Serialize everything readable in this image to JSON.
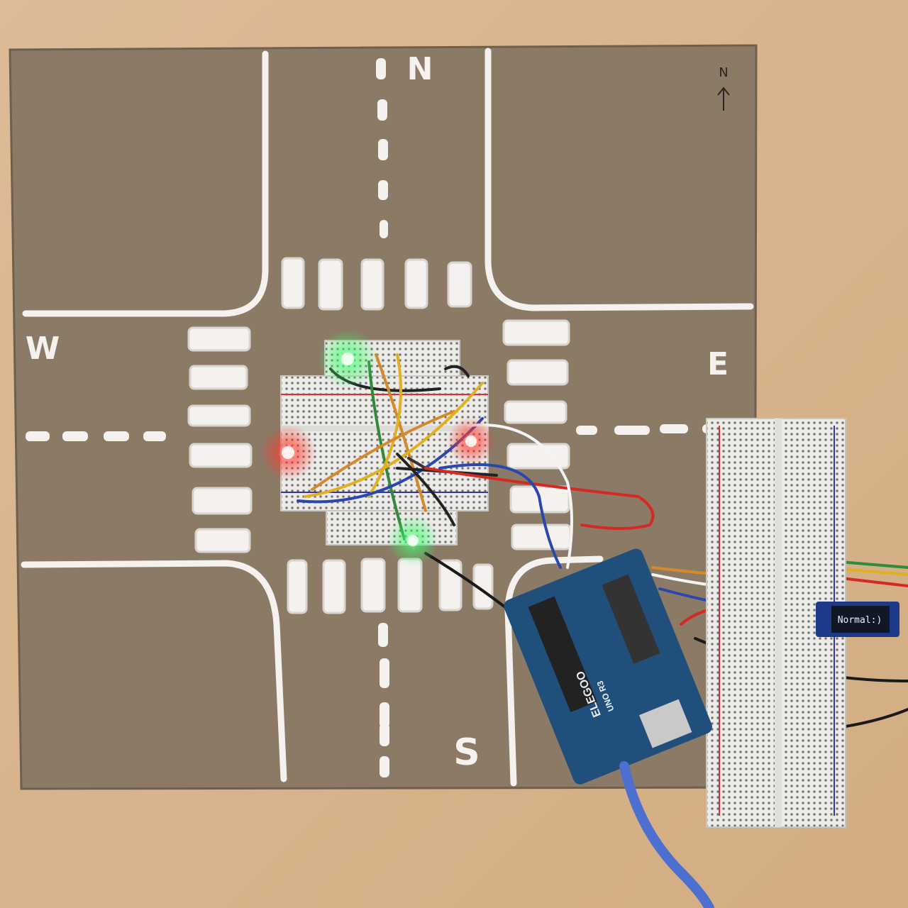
{
  "photo": {
    "subject": "Traffic light intersection model on cardboard with Arduino"
  },
  "compass": {
    "north_mark": "N",
    "arrow": "arrow-up-icon"
  },
  "road_labels": {
    "north": "N",
    "south": "S",
    "east": "E",
    "west": "W"
  },
  "lights": {
    "north": "green",
    "south": "green",
    "west": "red",
    "east": "red"
  },
  "arduino": {
    "brand": "ELEGOO",
    "model": "UNO R3"
  },
  "oled": {
    "text": "Normal:)"
  },
  "colors": {
    "table": "#d8b48c",
    "board": "#8a7a66",
    "paint": "#f4f1ee",
    "green_led": "#39ff6a",
    "red_led": "#ff3b2f",
    "arduino_pcb": "#1f4f7a",
    "oled_screen": "#101828",
    "usb_cable": "#4d6fd0"
  }
}
